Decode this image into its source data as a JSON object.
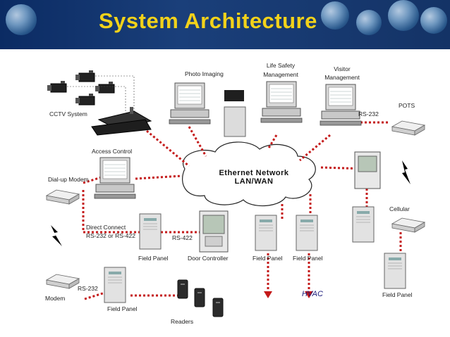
{
  "header": {
    "title": "System Architecture"
  },
  "network": {
    "line1": "Ethernet Network",
    "line2": "LAN/WAN"
  },
  "labels": {
    "cctv": "CCTV System",
    "photo_imaging": "Photo Imaging",
    "life_safety_1": "Life Safety",
    "life_safety_2": "Management",
    "visitor_1": "Visitor",
    "visitor_2": "Management",
    "pots": "POTS",
    "rs232_top": "RS-232",
    "access_control": "Access Control",
    "dialup_modem": "Dial-up Modem",
    "direct_connect_1": "Direct Connect",
    "direct_connect_2": "RS-232 or RS-422",
    "rs422": "RS-422",
    "field_panel_left": "Field Panel",
    "door_controller": "Door Controller",
    "field_panel_mid1": "Field Panel",
    "field_panel_mid2": "Field Panel",
    "cellular": "Cellular",
    "rs232_bottom": "RS-232",
    "modem": "Modem",
    "field_panel_bottom": "Field Panel",
    "readers": "Readers",
    "hvac": "HVAC",
    "field_panel_right": "Field Panel"
  },
  "colors": {
    "header_bg": "#143366",
    "title": "#f2d21a",
    "link": "#c41a1a",
    "hvac": "#1a1a7a"
  }
}
